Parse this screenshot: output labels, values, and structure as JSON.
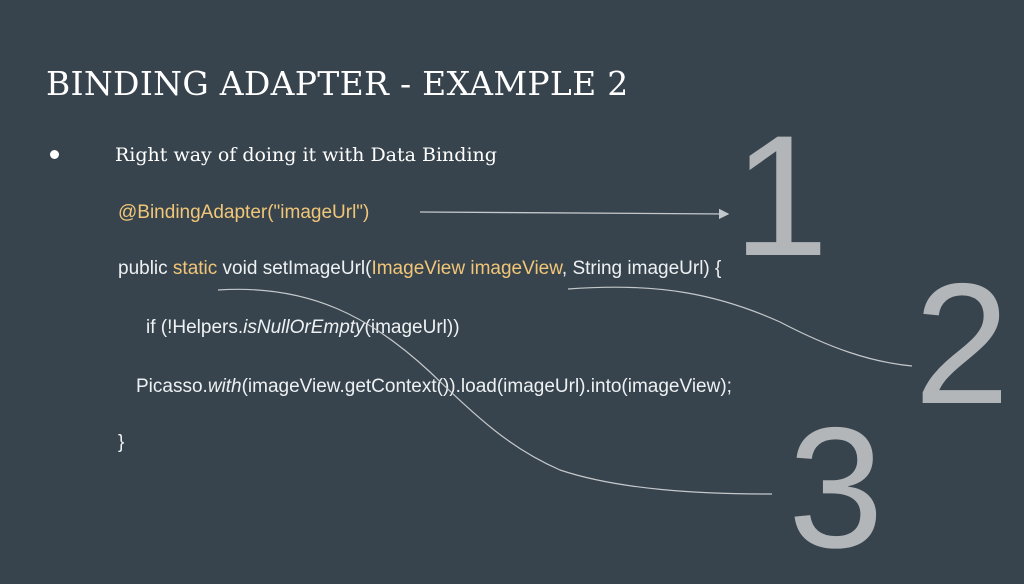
{
  "slide": {
    "title": "BINDING ADAPTER - EXAMPLE 2",
    "bullet": "Right way of doing it with Data Binding",
    "code": {
      "annotation": "@BindingAdapter(\"imageUrl\")",
      "line2": {
        "public": "public ",
        "static": "static",
        "void": " void setImageUrl(",
        "param": "ImageView imageView",
        "rest": ", String imageUrl) {"
      },
      "line3": {
        "pre": "if (!Helpers.",
        "method": "isNullOrEmpty",
        "post": "(imageUrl))"
      },
      "line4": {
        "pre": "Picasso.",
        "method": "with",
        "post": "(imageView.getContext()).load(imageUrl).into(imageView);"
      },
      "closing": "}"
    },
    "markers": [
      "1",
      "2",
      "3"
    ]
  },
  "colors": {
    "background": "#37444d",
    "accent": "#f1c678",
    "number": "#b2b6b9"
  }
}
